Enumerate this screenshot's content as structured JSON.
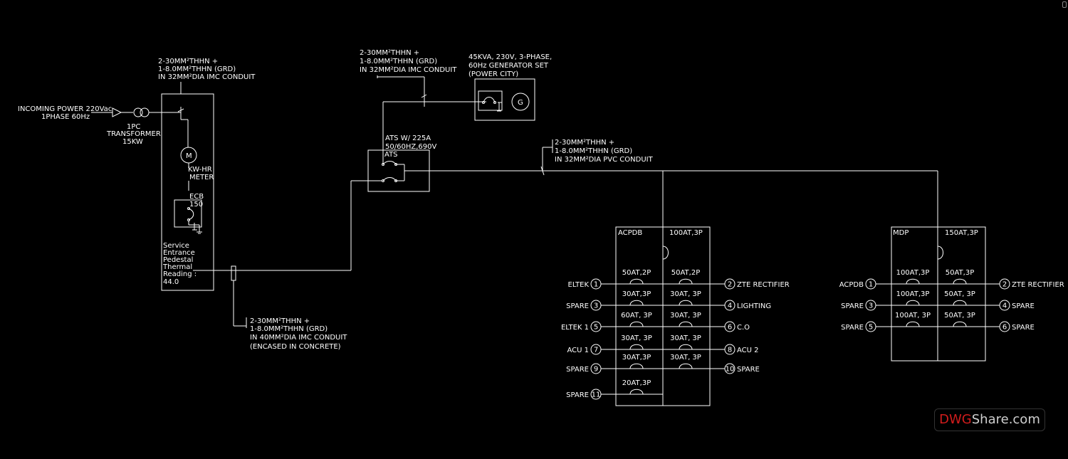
{
  "incoming": {
    "line1": "INCOMING POWER 220Vac",
    "line2": "1PHASE 60Hz"
  },
  "transformer": {
    "line1": "1PC",
    "line2": "TRANSFORMER",
    "line3": "15KW"
  },
  "cable_pedestal": {
    "line1": "2-30MM²THHN +",
    "line2": "1-8.0MM²THHN (GRD)",
    "line3": "IN 32MM²DIA IMC CONDUIT"
  },
  "meter": {
    "symbol": "M",
    "line1": "KW-HR",
    "line2": "METER"
  },
  "ecb": {
    "line1": "ECB",
    "line2": "150"
  },
  "pedestal": {
    "lines": [
      "Service",
      "Entrance",
      "Pedestal",
      "Thermal",
      "Reading :",
      "44.0"
    ]
  },
  "cable_underground": {
    "line1": "2-30MM²THHN +",
    "line2": "1-8.0MM²THHN (GRD)",
    "line3": "IN 40MM²DIA IMC CONDUIT",
    "line4": "(ENCASED IN CONCRETE)"
  },
  "cable_genset": {
    "line1": "2-30MM²THHN +",
    "line2": "1-8.0MM²THHN (GRD)",
    "line3": "IN 32MM²DIA IMC CONDUIT"
  },
  "generator": {
    "line1": "45KVA, 230V, 3-PHASE,",
    "line2": "60Hz GENERATOR SET",
    "line3": "(POWER CITY)",
    "symbol": "G"
  },
  "ats": {
    "line1": "ATS W/ 225A",
    "line2": "50/60HZ,690V",
    "label": "ATS"
  },
  "cable_feeder": {
    "line1": "2-30MM²THHN +",
    "line2": "1-8.0MM²THHN (GRD)",
    "line3": "IN 32MM²DIA PVC CONDUIT"
  },
  "acpdb": {
    "name": "ACPDB",
    "main": "100AT,3P",
    "breakers_left": [
      "50AT,2P",
      "30AT,3P",
      "60AT, 3P",
      "30AT, 3P",
      "30AT,3P",
      "20AT,3P"
    ],
    "breakers_right": [
      "50AT,2P",
      "30AT, 3P",
      "30AT, 3P",
      "30AT, 3P",
      "30AT, 3P"
    ],
    "circuits_left": [
      {
        "num": "1",
        "label": "ELTEK"
      },
      {
        "num": "3",
        "label": "SPARE"
      },
      {
        "num": "5",
        "label": "ELTEK 1"
      },
      {
        "num": "7",
        "label": "ACU 1"
      },
      {
        "num": "9",
        "label": "SPARE"
      },
      {
        "num": "11",
        "label": "SPARE"
      }
    ],
    "circuits_right": [
      {
        "num": "2",
        "label": "ZTE RECTIFIER"
      },
      {
        "num": "4",
        "label": "LIGHTING"
      },
      {
        "num": "6",
        "label": "C.O"
      },
      {
        "num": "8",
        "label": "ACU 2"
      },
      {
        "num": "10",
        "label": "SPARE"
      }
    ]
  },
  "mdp": {
    "name": "MDP",
    "main": "150AT,3P",
    "breakers_left": [
      "100AT,3P",
      "100AT,3P",
      "100AT, 3P"
    ],
    "breakers_right": [
      "50AT,3P",
      "50AT, 3P",
      "50AT, 3P"
    ],
    "circuits_left": [
      {
        "num": "1",
        "label": "ACPDB"
      },
      {
        "num": "3",
        "label": "SPARE"
      },
      {
        "num": "5",
        "label": "SPARE"
      }
    ],
    "circuits_right": [
      {
        "num": "2",
        "label": "ZTE RECTIFIER"
      },
      {
        "num": "4",
        "label": "SPARE"
      },
      {
        "num": "6",
        "label": "SPARE"
      }
    ]
  },
  "watermark": {
    "part1": "DWG",
    "part2": "Share.com"
  }
}
